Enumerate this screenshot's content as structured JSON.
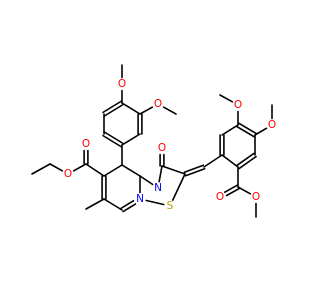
{
  "molecule": {
    "colors": {
      "O": "#ff0000",
      "N": "#0000ff",
      "S": "#b8a000",
      "bond": "#000000"
    },
    "atom_labels": [
      "O",
      "O",
      "O",
      "O",
      "O",
      "O",
      "O",
      "O",
      "O",
      "O",
      "O",
      "N",
      "N",
      "S"
    ]
  }
}
